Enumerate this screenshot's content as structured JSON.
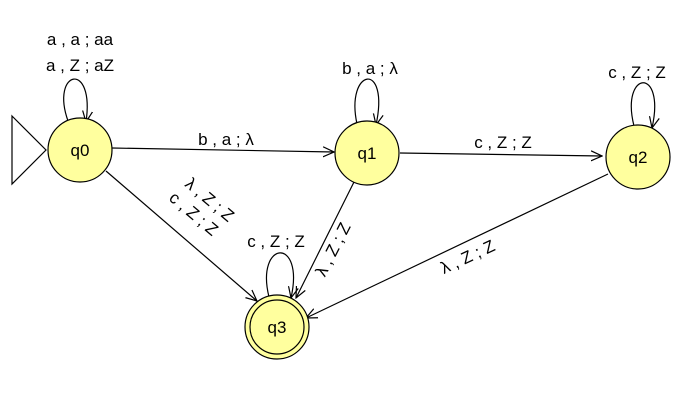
{
  "colors": {
    "state_fill": "#ffff9e",
    "stroke": "#000000",
    "background": "#ffffff"
  },
  "states": [
    {
      "id": "q0",
      "label": "q0",
      "initial": true,
      "final": false
    },
    {
      "id": "q1",
      "label": "q1",
      "initial": false,
      "final": false
    },
    {
      "id": "q2",
      "label": "q2",
      "initial": false,
      "final": false
    },
    {
      "id": "q3",
      "label": "q3",
      "initial": false,
      "final": true
    }
  ],
  "transitions": {
    "q0_loop": [
      "a , a ; aa",
      "a , Z ; aZ"
    ],
    "q0_q1": "b , a ; λ",
    "q1_loop": "b , a ; λ",
    "q1_q2": "c , Z ; Z",
    "q2_loop": "c , Z ; Z",
    "q0_q3": [
      "λ , Z ; Z",
      "c , Z ; Z"
    ],
    "q1_q3": "λ , Z ; Z",
    "q2_q3": "λ , Z ; Z",
    "q3_loop": "c , Z ; Z"
  }
}
